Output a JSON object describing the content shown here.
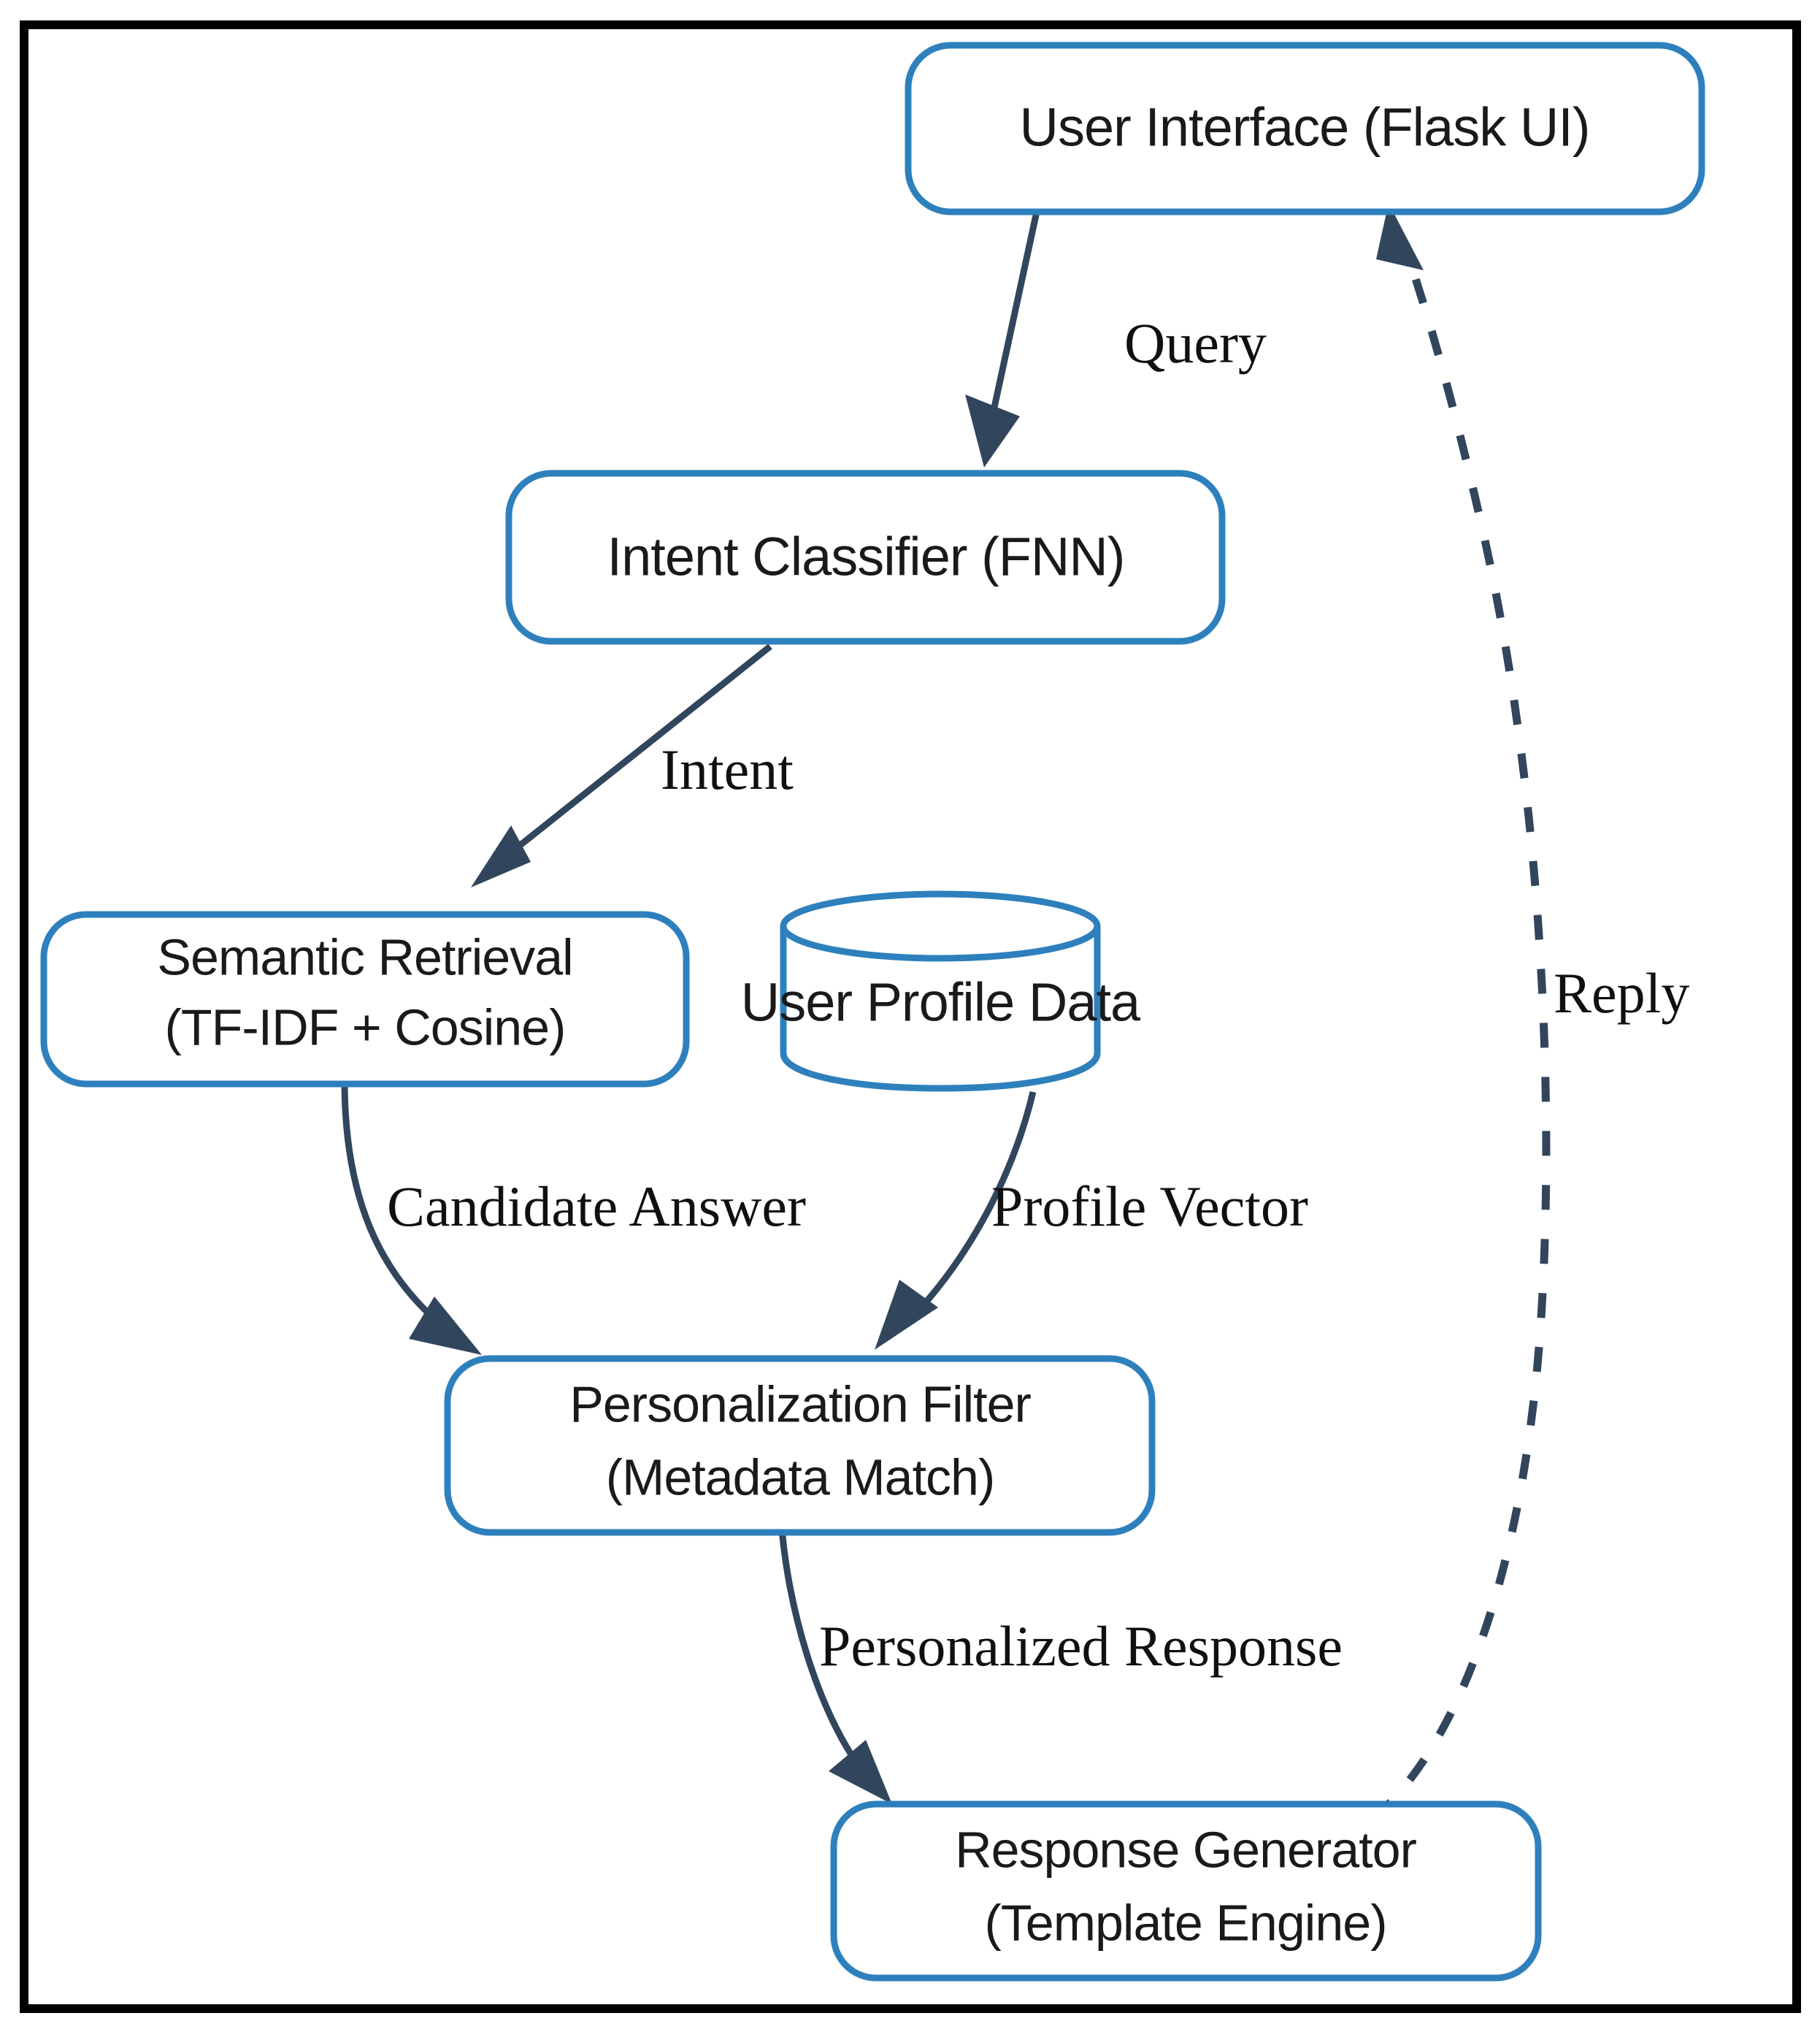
{
  "figure": {
    "kind": "architecture-flow-diagram",
    "frame_color": "#000000",
    "node_border_color": "#2E80BD",
    "node_fill_color": "#FFFFFF",
    "edge_color": "#31465C",
    "text_color": "#101010"
  },
  "nodes": [
    {
      "id": "user-interface",
      "shape": "rounded-rect",
      "line1": "User Interface (Flask UI)",
      "line2": ""
    },
    {
      "id": "intent-classifier",
      "shape": "rounded-rect",
      "line1": "Intent Classifier (FNN)",
      "line2": ""
    },
    {
      "id": "semantic-retrieval",
      "shape": "rounded-rect",
      "line1": "Semantic Retrieval",
      "line2": "(TF-IDF + Cosine)"
    },
    {
      "id": "user-profile-data",
      "shape": "cylinder",
      "line1": "User Profile Data",
      "line2": ""
    },
    {
      "id": "personalization-filter",
      "shape": "rounded-rect",
      "line1": "Personalization Filter",
      "line2": "(Metadata Match)"
    },
    {
      "id": "response-generator",
      "shape": "rounded-rect",
      "line1": "Response Generator",
      "line2": "(Template Engine)"
    }
  ],
  "edges": [
    {
      "id": "query",
      "from": "user-interface",
      "to": "intent-classifier",
      "label": "Query",
      "style": "solid",
      "arrow": true
    },
    {
      "id": "intent",
      "from": "intent-classifier",
      "to": "semantic-retrieval",
      "label": "Intent",
      "style": "solid",
      "arrow": true
    },
    {
      "id": "candidate-answer",
      "from": "semantic-retrieval",
      "to": "personalization-filter",
      "label": "Candidate Answer",
      "style": "solid",
      "arrow": true
    },
    {
      "id": "profile-vector",
      "from": "user-profile-data",
      "to": "personalization-filter",
      "label": "Profile Vector",
      "style": "solid",
      "arrow": true
    },
    {
      "id": "personalized-response",
      "from": "personalization-filter",
      "to": "response-generator",
      "label": "Personalized Response",
      "style": "solid",
      "arrow": true
    },
    {
      "id": "reply",
      "from": "response-generator",
      "to": "user-interface",
      "label": "Reply",
      "style": "dashed",
      "arrow": true
    }
  ]
}
